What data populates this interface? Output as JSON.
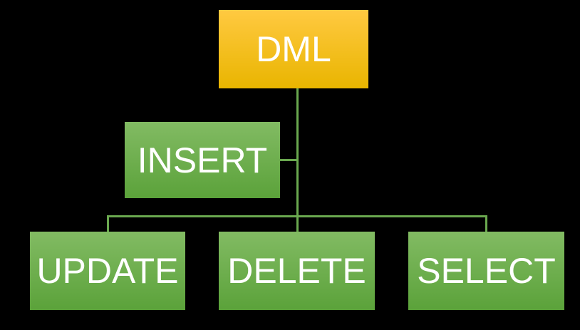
{
  "diagram": {
    "type": "hierarchy",
    "root": "DML",
    "children": [
      "INSERT",
      "UPDATE",
      "DELETE",
      "SELECT"
    ]
  },
  "nodes": {
    "dml": {
      "label": "DML"
    },
    "insert": {
      "label": "INSERT"
    },
    "update": {
      "label": "UPDATE"
    },
    "delete": {
      "label": "DELETE"
    },
    "select": {
      "label": "SELECT"
    }
  },
  "colors": {
    "background": "#000000",
    "text": "#ffffff",
    "root_gradient_top": "#ffc941",
    "root_gradient_bottom": "#e9b500",
    "child_gradient_top": "#82bb63",
    "child_gradient_bottom": "#5ba23a",
    "connector": "#6aa84f"
  }
}
